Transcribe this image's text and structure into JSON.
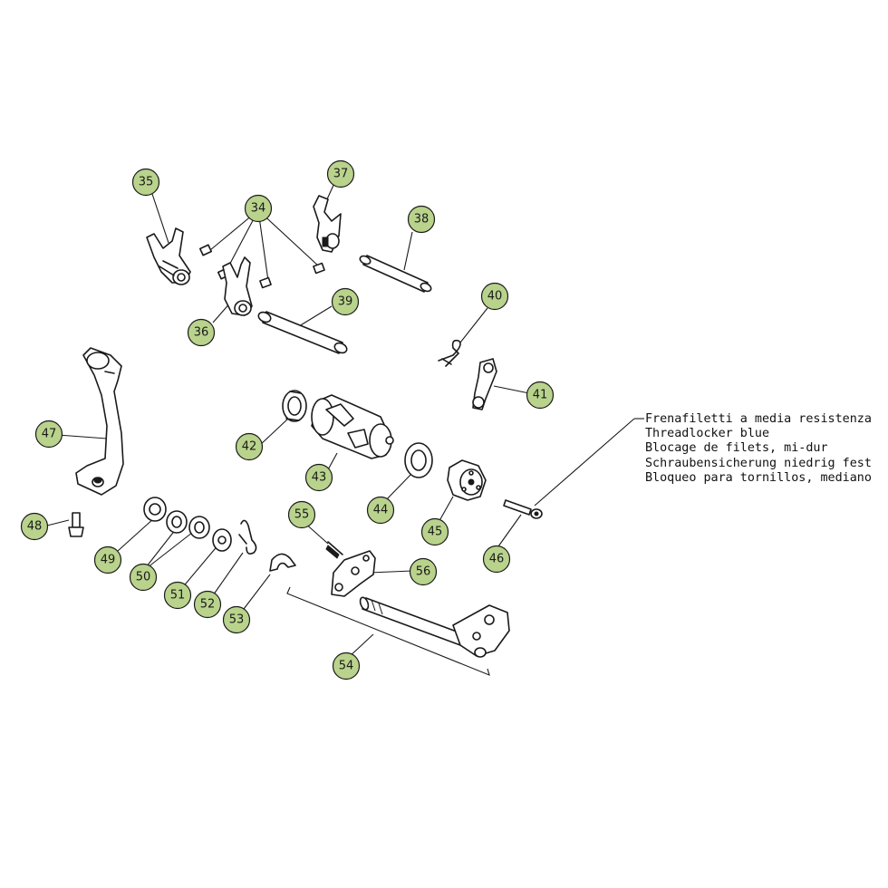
{
  "colors": {
    "callout_fill": "#b9d38c",
    "stroke": "#1a1a1a",
    "background": "#ffffff"
  },
  "callouts": [
    {
      "label": "35"
    },
    {
      "label": "34"
    },
    {
      "label": "37"
    },
    {
      "label": "38"
    },
    {
      "label": "36"
    },
    {
      "label": "39"
    },
    {
      "label": "40"
    },
    {
      "label": "41"
    },
    {
      "label": "47"
    },
    {
      "label": "42"
    },
    {
      "label": "43"
    },
    {
      "label": "44"
    },
    {
      "label": "45"
    },
    {
      "label": "46"
    },
    {
      "label": "48"
    },
    {
      "label": "49"
    },
    {
      "label": "50"
    },
    {
      "label": "51"
    },
    {
      "label": "52"
    },
    {
      "label": "53"
    },
    {
      "label": "55"
    },
    {
      "label": "56"
    },
    {
      "label": "54"
    }
  ],
  "threadlocker_note": [
    "Frenafiletti a media resistenza",
    "Threadlocker blue",
    "Blocage de filets, mi-dur",
    "Schraubensicherung niedrig fest",
    "Bloqueo para tornillos, mediano"
  ]
}
